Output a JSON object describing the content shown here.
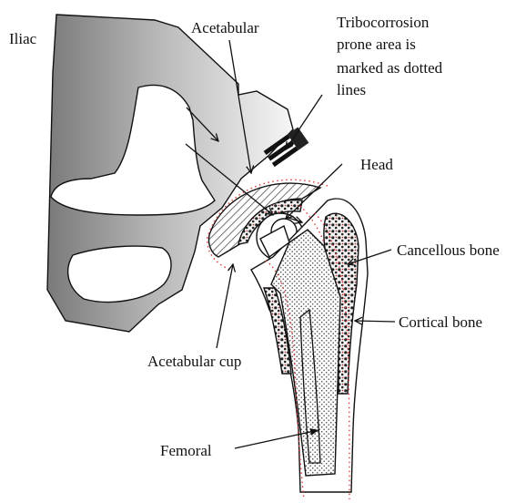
{
  "labels": {
    "iliac": "Iliac",
    "acetabular": "Acetabular",
    "tribo_line1": "Tribocorrosion",
    "tribo_line2": "prone area is",
    "tribo_line3": "marked as dotted",
    "tribo_line4": "lines",
    "head": "Head",
    "cancellous_bone": "Cancellous bone",
    "cortical_bone": "Cortical bone",
    "acetabular_cup": "Acetabular cup",
    "femoral": "Femoral"
  },
  "icons": [
    "implant-symbol-icon"
  ],
  "colors": {
    "outline": "#111111",
    "iliac_gradient_light": "#ffffff",
    "iliac_gradient_dark": "#6e6e6e",
    "tribocorrosion_dotted": "#e23a3a"
  }
}
